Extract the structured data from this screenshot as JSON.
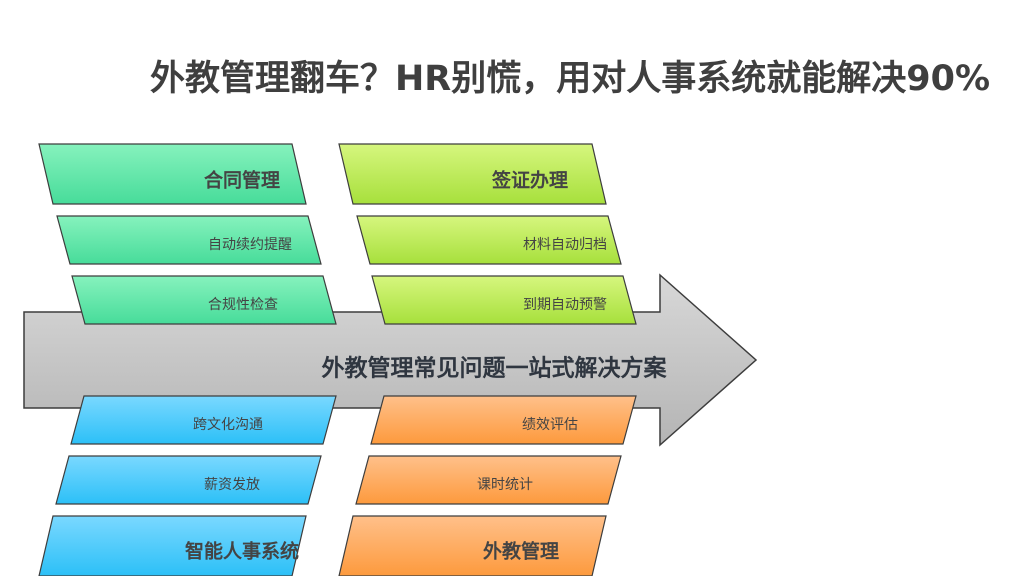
{
  "title": "外教管理翻车？HR别慌，用对人事系统就能解决90%",
  "spine_label": "外教管理常见问题一站式解决方案",
  "top_left": {
    "head": "合同管理",
    "items": [
      "自动续约提醒",
      "合规性检查"
    ]
  },
  "top_right": {
    "head": "签证办理",
    "items": [
      "材料自动归档",
      "到期自动预警"
    ]
  },
  "bottom_left": {
    "head": "智能人事系统",
    "items": [
      "跨文化沟通",
      "薪资发放"
    ]
  },
  "bottom_right": {
    "head": "外教管理",
    "items": [
      "绩效评估",
      "课时统计"
    ]
  },
  "colors": {
    "green_light": "#86f2bd",
    "green_dark": "#47dc9a",
    "lime_light": "#d6f67e",
    "lime_dark": "#a7e03c",
    "blue_light": "#7ad8ff",
    "blue_dark": "#2cc0f7",
    "orange_light": "#ffc08a",
    "orange_dark": "#fd9a3d",
    "arrow_light": "#d8d8d8",
    "arrow_dark": "#b4b4b4",
    "text": "#444444",
    "spine_text": "#2f3640"
  }
}
